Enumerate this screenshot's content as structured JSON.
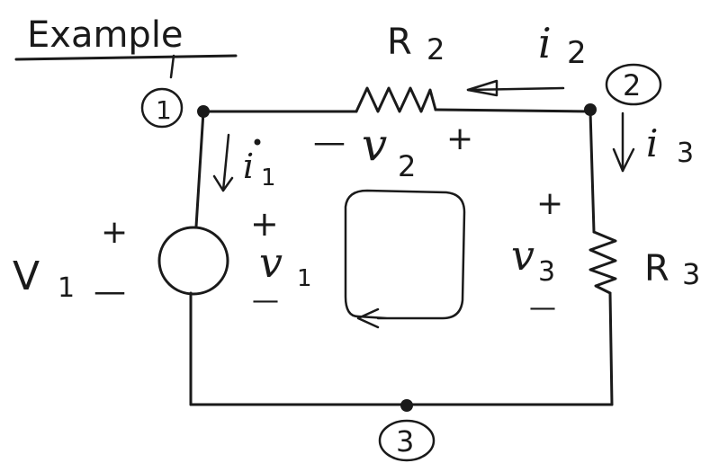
{
  "title": "Example",
  "nodes": {
    "n1": "1",
    "n2": "2",
    "n3": "3"
  },
  "components": {
    "source": {
      "name": "V",
      "sub": "1",
      "plus": "+",
      "minus": "—"
    },
    "r2": {
      "name": "R",
      "sub": "2"
    },
    "r3": {
      "name": "R",
      "sub": "3"
    }
  },
  "currents": {
    "i1": {
      "name": "i",
      "sub": "1"
    },
    "i2": {
      "name": "i",
      "sub": "2"
    },
    "i3": {
      "name": "i",
      "sub": "3"
    }
  },
  "voltages": {
    "v1": {
      "name": "v",
      "sub": "1",
      "plus": "+",
      "minus": "—"
    },
    "v2": {
      "name": "v",
      "sub": "2",
      "plus": "+",
      "minus": "—"
    },
    "v3": {
      "name": "v",
      "sub": "3",
      "plus": "+",
      "minus": "—"
    }
  },
  "colors": {
    "ink": "#1a1a1a",
    "background": "#ffffff"
  }
}
